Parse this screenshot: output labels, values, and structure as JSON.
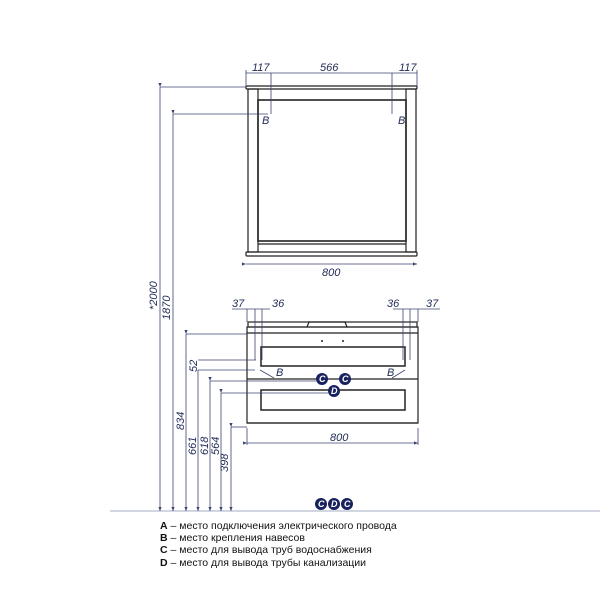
{
  "mirror": {
    "widths": [
      "117",
      "566",
      "117"
    ],
    "total_width": "800",
    "mount_label": "B"
  },
  "vanity": {
    "top_offsets": [
      "37",
      "36",
      "36",
      "37"
    ],
    "total_width": "800",
    "mount_label": "B",
    "connection_labels": [
      "C",
      "C",
      "D"
    ]
  },
  "heights": [
    "*2000",
    "1870",
    "834",
    "52",
    "661",
    "618",
    "564",
    "398"
  ],
  "floor_markers": [
    "C",
    "D",
    "C"
  ],
  "legend": [
    {
      "key": "A",
      "text": " – место подключения электрического провода"
    },
    {
      "key": "B",
      "text": " – место крепления навесов"
    },
    {
      "key": "C",
      "text": " – место для вывода труб водоснабжения"
    },
    {
      "key": "D",
      "text": " – место для вывода трубы канализации"
    }
  ]
}
